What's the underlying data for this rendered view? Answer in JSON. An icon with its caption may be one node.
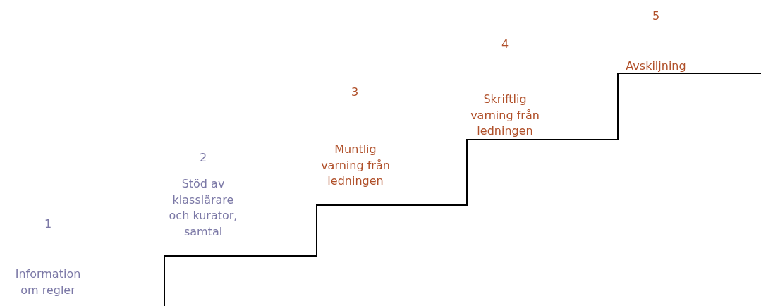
{
  "diagram": {
    "labels": [
      "1",
      "Information om regler",
      "2",
      "Stöd av klasslärare och kurator, samtal",
      "3",
      "Muntlig varning från ledningen",
      "4",
      "Skriftlig varning från ledningen",
      "5",
      "Avskiljning"
    ]
  }
}
